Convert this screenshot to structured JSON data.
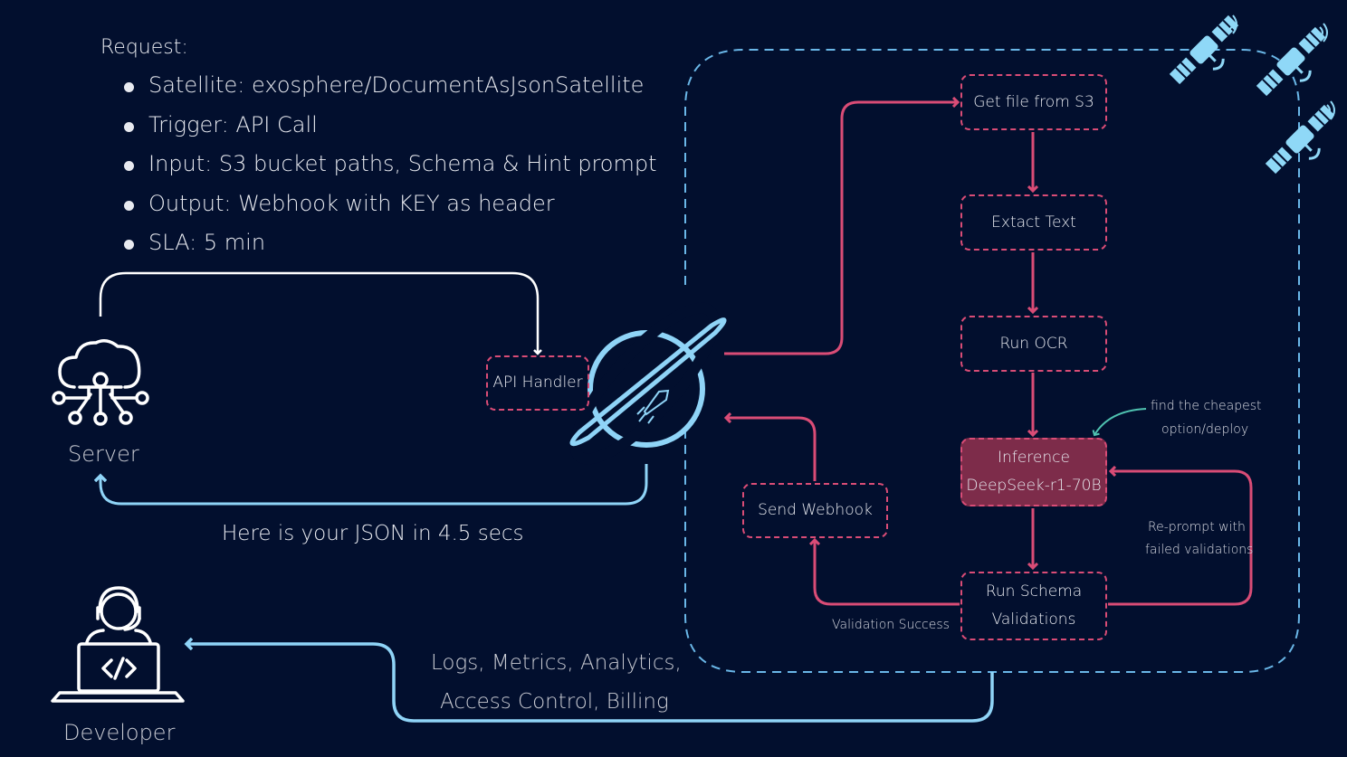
{
  "request": {
    "title": "Request:",
    "items": [
      "Satellite: exosphere/DocumentAsJsonSatellite",
      "Trigger: API Call",
      "Input: S3 bucket paths, Schema & Hint prompt",
      "Output: Webhook with KEY as header",
      "SLA: 5 min"
    ]
  },
  "actors": {
    "server": "Server",
    "developer": "Developer"
  },
  "nodes": {
    "api_handler": "API Handler",
    "get_file": "Get file from S3",
    "extract_text": "Extact Text",
    "run_ocr": "Run OCR",
    "inference_line1": "Inference",
    "inference_line2": "DeepSeek-r1-70B",
    "send_webhook": "Send Webhook",
    "schema_line1": "Run Schema",
    "schema_line2": "Validations"
  },
  "annotations": {
    "json_response": "Here is your JSON in 4.5 secs",
    "logs_line1": "Logs, Metrics, Analytics,",
    "logs_line2": "Access Control, Billing",
    "cheapest_line1": "find the cheapest",
    "cheapest_line2": "option/deploy",
    "reprompt_line1": "Re-prompt with",
    "reprompt_line2": "failed validations",
    "validation_success": "Validation Success"
  },
  "colors": {
    "background": "#020f2e",
    "pink": "#d94c76",
    "light_blue": "#8fd4f7",
    "dashed_blue": "#6ab7e8",
    "filled_node": "#7d2c4a",
    "teal_note": "#4fc2b0",
    "satellite": "#8fd8f7"
  },
  "icons": [
    "cloud-network-icon",
    "developer-laptop-icon",
    "exosphere-logo-icon",
    "satellite-icon"
  ]
}
